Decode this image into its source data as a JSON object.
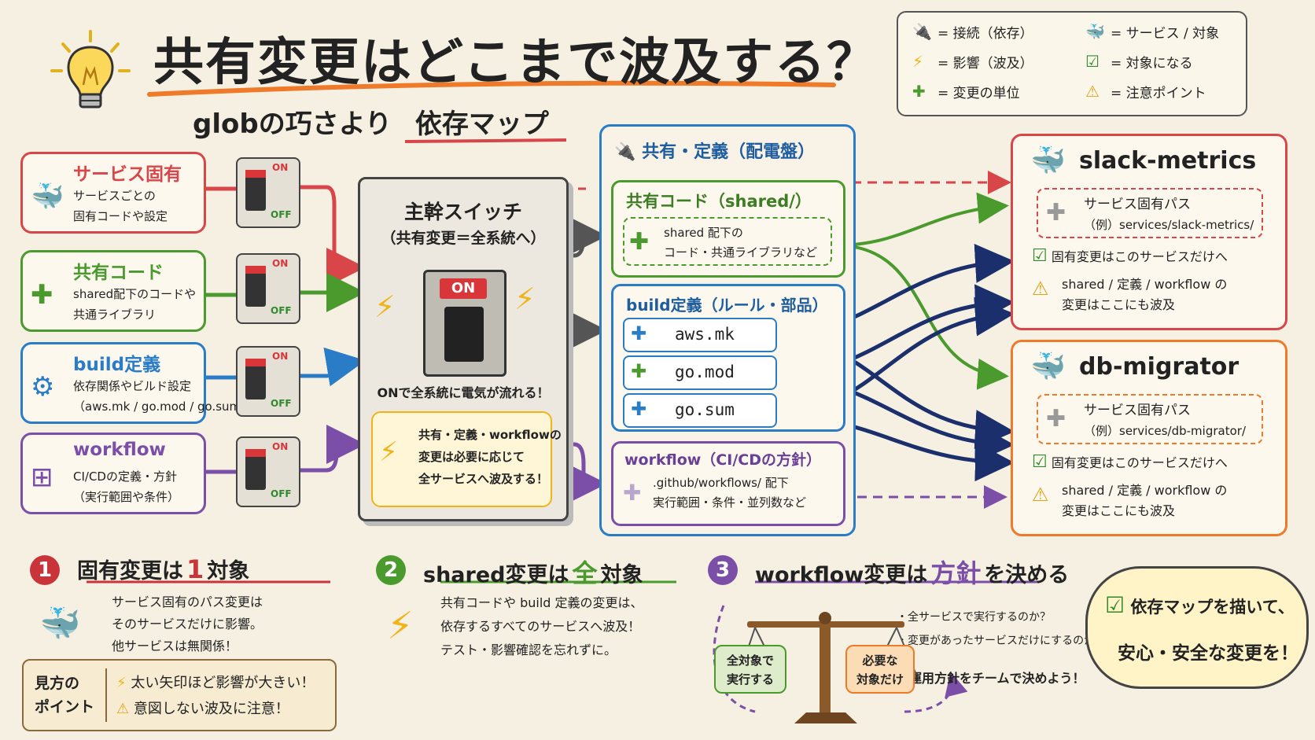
{
  "title": {
    "main": "共有変更はどこまで波及する？",
    "sub_pre": "globの巧さより",
    "sub_em": "依存マップ"
  },
  "legend": [
    {
      "icon": "plug-icon",
      "label": "= 接続（依存）"
    },
    {
      "icon": "whale-icon",
      "label": "= サービス / 対象"
    },
    {
      "icon": "lightning-icon",
      "label": "= 影響（波及）"
    },
    {
      "icon": "checkbox-icon",
      "label": "= 対象になる"
    },
    {
      "icon": "puzzle-icon",
      "label": "= 変更の単位"
    },
    {
      "icon": "warning-icon",
      "label": "= 注意ポイント"
    }
  ],
  "left_cards": [
    {
      "title": "サービス固有",
      "line1": "サービスごとの",
      "line2": "固有コードや設定",
      "line3": "",
      "color": "#d9464a",
      "icon": "whale-icon"
    },
    {
      "title": "共有コード",
      "line1": "shared配下のコードや",
      "line2": "共通ライブラリ",
      "line3": "",
      "color": "#4b9a2e",
      "icon": "puzzle-icon"
    },
    {
      "title": "build定義",
      "line1": "依存関係やビルド設定",
      "line2": "（aws.mk / go.mod / go.sum）",
      "line3": "",
      "color": "#2a7cc7",
      "icon": "gear-icon"
    },
    {
      "title": "workflow",
      "line1": "CI/CDの定義・方針",
      "line2": "（実行範囲や条件）",
      "line3": "",
      "color": "#7b4fa8",
      "icon": "flowchart-icon"
    }
  ],
  "switch_labels": {
    "on": "ON",
    "off": "OFF"
  },
  "main_switch": {
    "title": "主幹スイッチ",
    "subtitle": "（共有変更＝全系統へ）",
    "on": "ON",
    "caption": "ONで全系統に電気が流れる！",
    "note_line1": "共有・定義・workflowの",
    "note_line2": "変更は必要に応じて",
    "note_line3": "全サービスへ波及する！"
  },
  "shared_panel": {
    "title": "共有・定義（配電盤）",
    "shared_code_title": "共有コード（shared/）",
    "shared_code_line1": "shared 配下の",
    "shared_code_line2": "コード・共通ライブラリなど",
    "build_title": "build定義（ルール・部品）",
    "build_items": [
      "aws.mk",
      "go.mod",
      "go.sum"
    ],
    "workflow_title": "workflow（CI/CDの方針）",
    "workflow_line1": ".github/workflows/ 配下",
    "workflow_line2": "実行範囲・条件・並列数など"
  },
  "services": [
    {
      "name": "slack-metrics",
      "path_title": "サービス固有パス",
      "path_example": "（例）services/slack-metrics/",
      "check_text": "固有変更はこのサービスだけへ",
      "warn_line1": "shared / 定義 / workflow の",
      "warn_line2": "変更はここにも波及",
      "color": "#d9464a"
    },
    {
      "name": "db-migrator",
      "path_title": "サービス固有パス",
      "path_example": "（例）services/db-migrator/",
      "check_text": "固有変更はこのサービスだけへ",
      "warn_line1": "shared / 定義 / workflow の",
      "warn_line2": "変更はここにも波及",
      "color": "#ee7a2a"
    }
  ],
  "points": [
    {
      "num": "1",
      "title_pre": "固有変更は",
      "title_em": "1",
      "title_post": "対象",
      "line1": "サービス固有のパス変更は",
      "line2": "そのサービスだけに影響。",
      "line3": "他サービスは無関係！",
      "color": "#c9343a"
    },
    {
      "num": "2",
      "title_pre": "shared変更は",
      "title_em": "全",
      "title_post": "対象",
      "line1": "共有コードや build 定義の変更は、",
      "line2": "依存するすべてのサービスへ波及！",
      "line3": "テスト・影響確認を忘れずに。",
      "color": "#4b9a2e"
    },
    {
      "num": "3",
      "title_pre": "workflow変更は",
      "title_em": "方針",
      "title_post": "を決める",
      "line1": "・全サービスで実行するのか？",
      "line2": "・変更があったサービスだけにするのか？",
      "line3": "運用方針をチームで決めよう！",
      "color": "#7b4fa8"
    }
  ],
  "viewpoint": {
    "label_line1": "見方の",
    "label_line2": "ポイント",
    "item1": "太い矢印ほど影響が大きい！",
    "item2": "意図しない波及に注意！"
  },
  "scale": {
    "left": "全対象で\n実行する",
    "left_l1": "全対象で",
    "left_l2": "実行する",
    "right_l1": "必要な",
    "right_l2": "対象だけ"
  },
  "bubble": {
    "line1": "依存マップを描いて、",
    "line2": "安心・安全な変更を！"
  }
}
